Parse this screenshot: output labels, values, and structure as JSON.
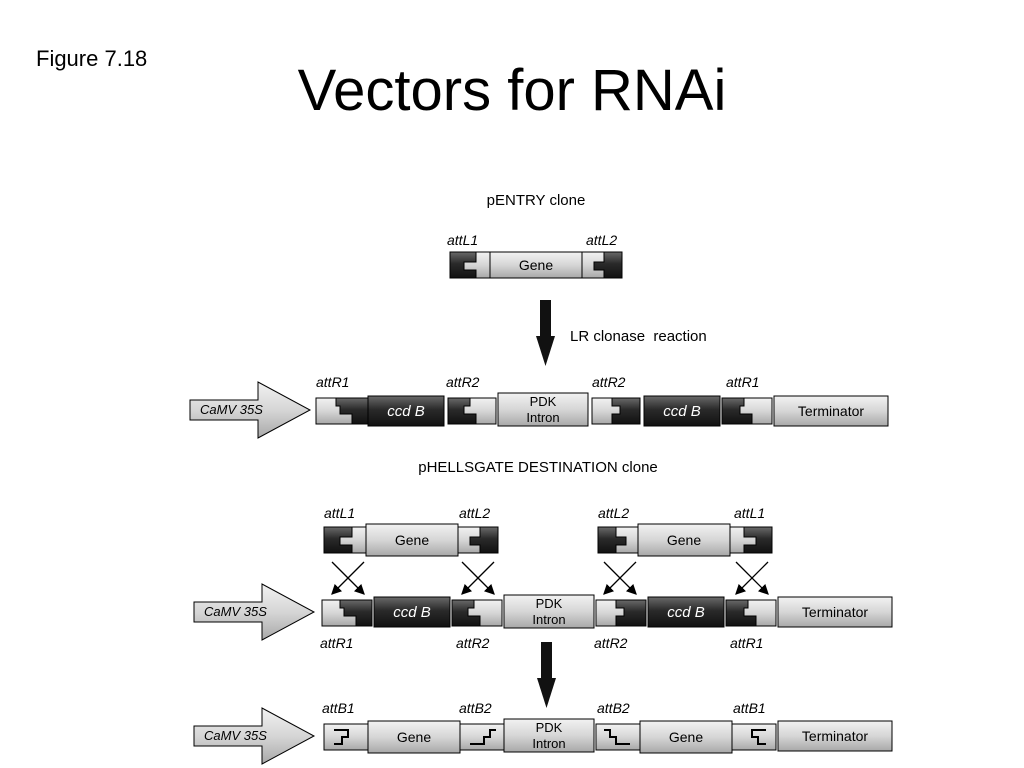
{
  "figure_label": "Figure 7.18",
  "title": "Vectors for RNAi",
  "labels": {
    "pentry_clone": "pENTRY clone",
    "lr_reaction": "LR clonase  reaction",
    "phellsgate": "pHELLSGATE DESTINATION clone",
    "gene": "Gene",
    "ccdb": "ccd B",
    "pdk_line1": "PDK",
    "pdk_line2": "Intron",
    "terminator": "Terminator",
    "promoter": "CaMV 35S",
    "attL1": "attL1",
    "attL2": "attL2",
    "attR1": "attR1",
    "attR2": "attR2",
    "attB1": "attB1",
    "attB2": "attB2"
  }
}
